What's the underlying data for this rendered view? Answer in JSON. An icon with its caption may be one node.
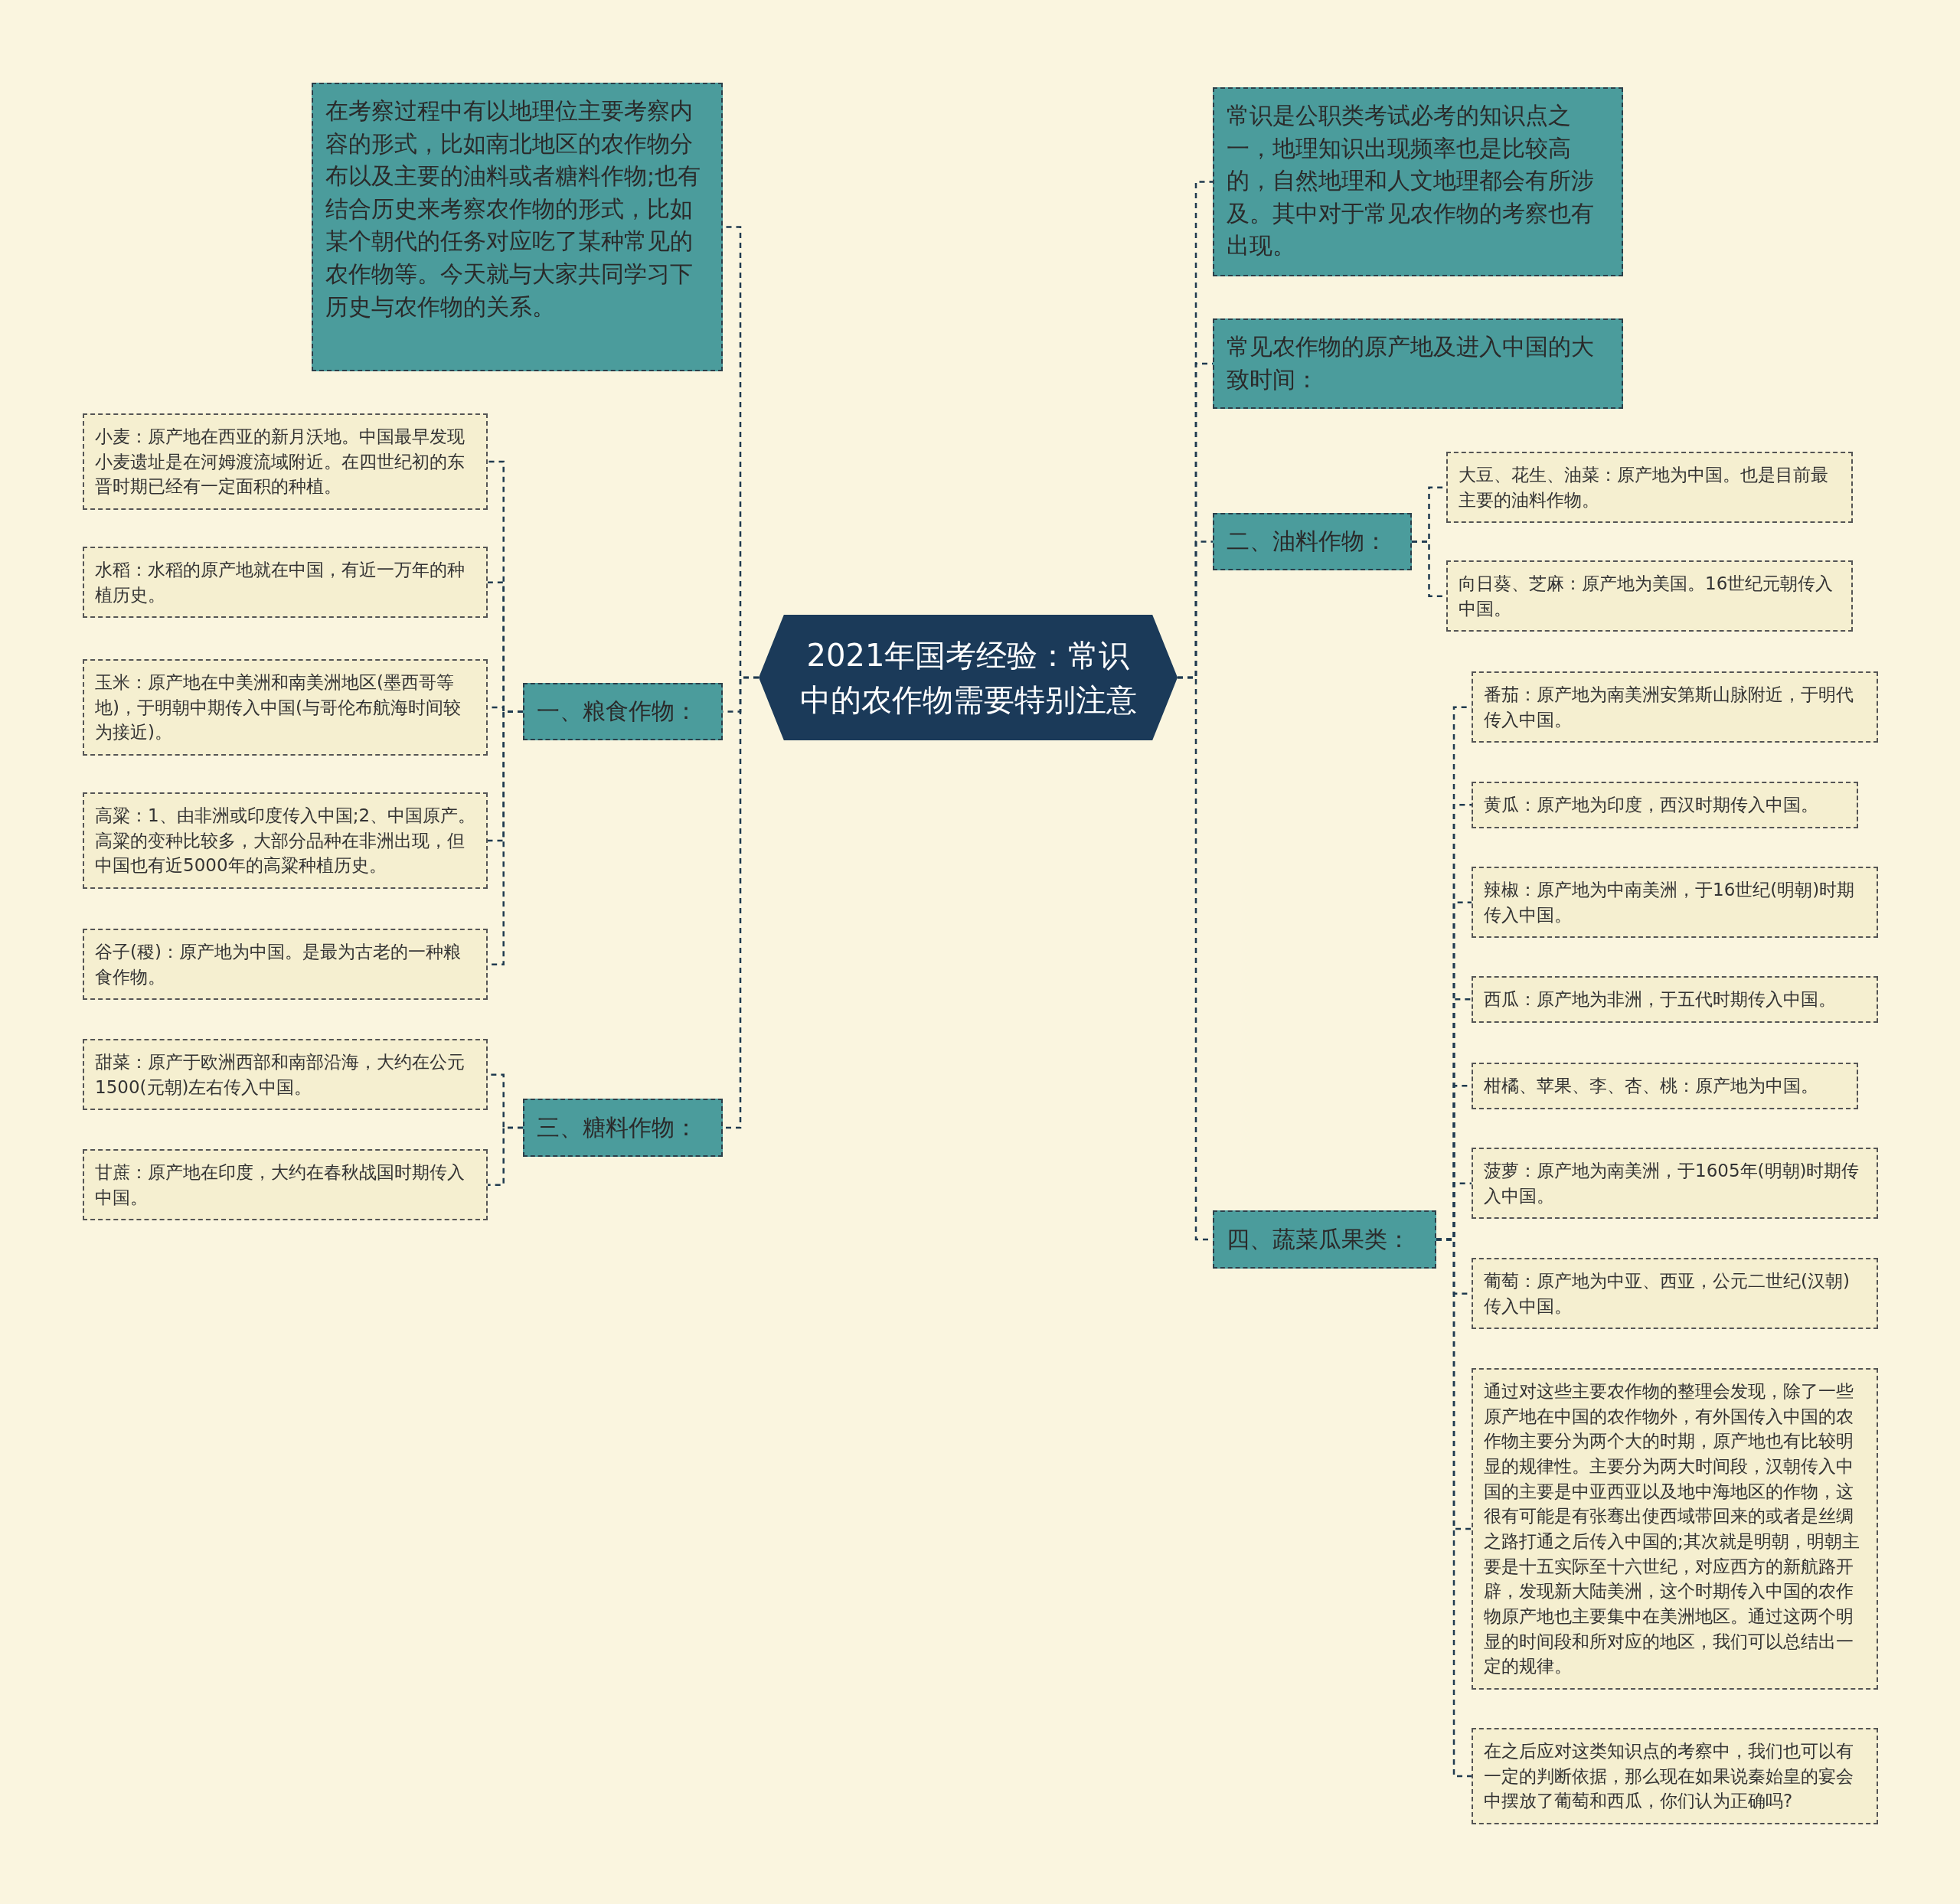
{
  "diagram": {
    "nodes": [
      {
        "text": [
          "2021年国考经验：常识中的农作物需要特别注意"
        ]
      },
      {
        "text": [
          "在考察过程中有以地理位主要考察内容的形式，比如南北地区的农作物分布以及主要的油料或者糖料作物;也有结合历史来考察农作物的形式，比如某个朝代的任务对应吃了某种常见的农作物等。今天就与大家共同学习下历史与农作物的关系。"
        ]
      },
      {
        "text": [
          "一、粮食作物："
        ]
      },
      {
        "text": [
          "小麦：原产地在西亚的新月沃地。中国最早发现小麦遗址是在河姆渡流域附近。在四世纪初的东晋时期已经有一定面积的种植。"
        ]
      },
      {
        "text": [
          "水稻：水稻的原产地就在中国，有近一万年的种植历史。"
        ]
      },
      {
        "text": [
          "玉米：原产地在中美洲和南美洲地区(墨西哥等地)，于明朝中期传入中国(与哥伦布航海时间较为接近)。"
        ]
      },
      {
        "text": [
          "高粱：1、由非洲或印度传入中国;2、中国原产。高粱的变种比较多，大部分品种在非洲出现，但中国也有近5000年的高粱种植历史。"
        ]
      },
      {
        "text": [
          "谷子(稷)：原产地为中国。是最为古老的一种粮食作物。"
        ]
      },
      {
        "text": [
          "三、糖料作物："
        ]
      },
      {
        "text": [
          "甜菜：原产于欧洲西部和南部沿海，大约在公元1500(元朝)左右传入中国。"
        ]
      },
      {
        "text": [
          "甘蔗：原产地在印度，大约在春秋战国时期传入中国。"
        ]
      },
      {
        "text": [
          "常识是公职类考试必考的知识点之一，地理知识出现频率也是比较高的，自然地理和人文地理都会有所涉及。其中对于常见农作物的考察也有出现。"
        ]
      },
      {
        "text": [
          "常见农作物的原产地及进入中国的大致时间："
        ]
      },
      {
        "text": [
          "二、油料作物："
        ]
      },
      {
        "text": [
          "大豆、花生、油菜：原产地为中国。也是目前最主要的油料作物。"
        ]
      },
      {
        "text": [
          "向日葵、芝麻：原产地为美国。16世纪元朝传入中国。"
        ]
      },
      {
        "text": [
          "四、蔬菜瓜果类："
        ]
      },
      {
        "text": [
          "番茄：原产地为南美洲安第斯山脉附近，于明代传入中国。"
        ]
      },
      {
        "text": [
          "黄瓜：原产地为印度，西汉时期传入中国。"
        ]
      },
      {
        "text": [
          "辣椒：原产地为中南美洲，于16世纪(明朝)时期传入中国。"
        ]
      },
      {
        "text": [
          "西瓜：原产地为非洲，于五代时期传入中国。"
        ]
      },
      {
        "text": [
          "柑橘、苹果、李、杏、桃：原产地为中国。"
        ]
      },
      {
        "text": [
          "菠萝：原产地为南美洲，于1605年(明朝)时期传入中国。"
        ]
      },
      {
        "text": [
          "葡萄：原产地为中亚、西亚，公元二世纪(汉朝)传入中国。"
        ]
      },
      {
        "text": [
          "通过对这些主要农作物的整理会发现，除了一些原产地在中国的农作物外，有外国传入中国的农作物主要分为两个大的时期，原产地也有比较明显的规律性。主要分为两大时间段，汉朝传入中国的主要是中亚西亚以及地中海地区的作物，这很有可能是有张骞出使西域带回来的或者是丝绸之路打通之后传入中国的;其次就是明朝，明朝主要是十五实际至十六世纪，对应西方的新航路开辟，发现新大陆美洲，这个时期传入中国的农作物原产地也主要集中在美洲地区。通过这两个明显的时间段和所对应的地区，我们可以总结出一定的规律。"
        ]
      },
      {
        "text": [
          "在之后应对这类知识点的考察中，我们也可以有一定的判断依据，那么现在如果说秦始皇的宴会中摆放了葡萄和西瓜，你们认为正确吗?"
        ]
      }
    ],
    "edges": [
      {
        "from": 0,
        "to": 1,
        "arrow": "none"
      },
      {
        "from": 0,
        "to": 2,
        "arrow": "none"
      },
      {
        "from": 2,
        "to": 3,
        "arrow": "none"
      },
      {
        "from": 2,
        "to": 4,
        "arrow": "none"
      },
      {
        "from": 2,
        "to": 5,
        "arrow": "none"
      },
      {
        "from": 2,
        "to": 6,
        "arrow": "none"
      },
      {
        "from": 2,
        "to": 7,
        "arrow": "none"
      },
      {
        "from": 0,
        "to": 8,
        "arrow": "none"
      },
      {
        "from": 8,
        "to": 9,
        "arrow": "none"
      },
      {
        "from": 8,
        "to": 10,
        "arrow": "none"
      },
      {
        "from": 0,
        "to": 11,
        "arrow": "none"
      },
      {
        "from": 0,
        "to": 12,
        "arrow": "none"
      },
      {
        "from": 0,
        "to": 13,
        "arrow": "none"
      },
      {
        "from": 13,
        "to": 14,
        "arrow": "none"
      },
      {
        "from": 13,
        "to": 15,
        "arrow": "none"
      },
      {
        "from": 0,
        "to": 16,
        "arrow": "none"
      },
      {
        "from": 16,
        "to": 17,
        "arrow": "none"
      },
      {
        "from": 16,
        "to": 18,
        "arrow": "none"
      },
      {
        "from": 16,
        "to": 19,
        "arrow": "none"
      },
      {
        "from": 16,
        "to": 20,
        "arrow": "none"
      },
      {
        "from": 16,
        "to": 21,
        "arrow": "none"
      },
      {
        "from": 16,
        "to": 22,
        "arrow": "none"
      },
      {
        "from": 16,
        "to": 23,
        "arrow": "none"
      },
      {
        "from": 16,
        "to": 24,
        "arrow": "none"
      },
      {
        "from": 16,
        "to": 25,
        "arrow": "none"
      }
    ]
  }
}
